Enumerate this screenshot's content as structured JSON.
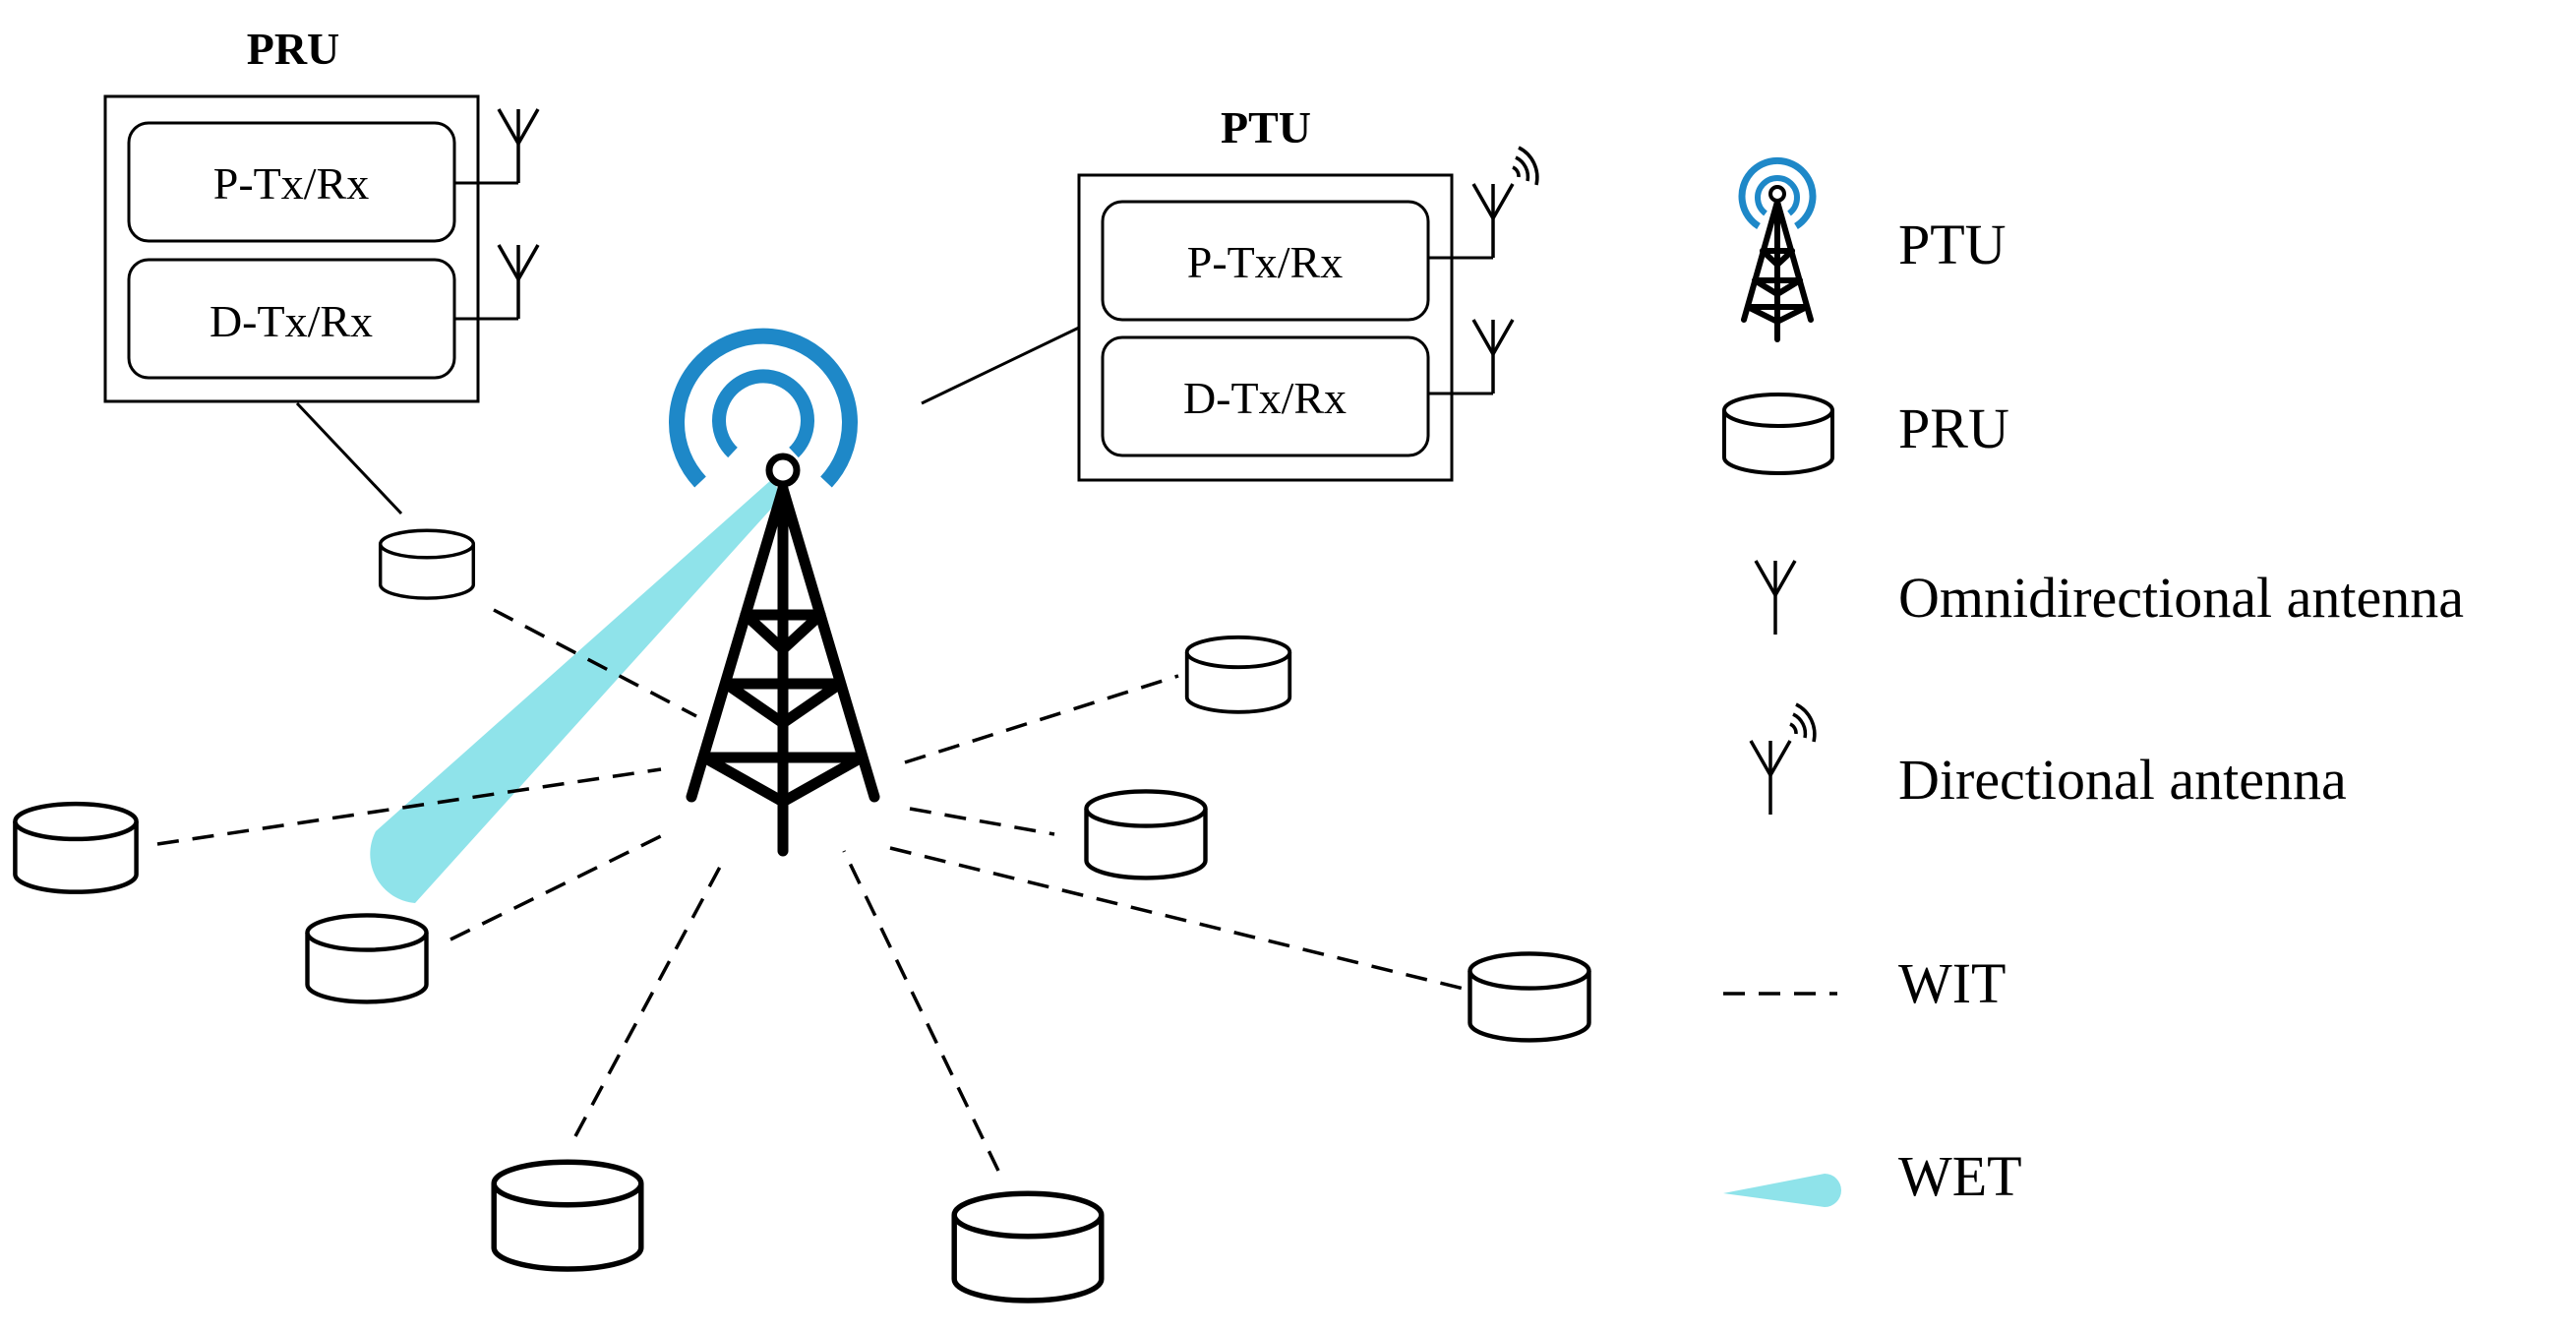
{
  "prubox": {
    "title": "PRU",
    "modules": [
      "P-Tx/Rx",
      "D-Tx/Rx"
    ]
  },
  "ptubox": {
    "title": "PTU",
    "modules": [
      "P-Tx/Rx",
      "D-Tx/Rx"
    ]
  },
  "legend": {
    "ptu": "PTU",
    "pru": "PRU",
    "omni": "Omnidirectional antenna",
    "directional": "Directional antenna",
    "wit": "WIT",
    "wet": "WET"
  },
  "colors": {
    "beam": "#8FE3EA",
    "signal": "#1E88C8",
    "stroke": "#000000"
  }
}
